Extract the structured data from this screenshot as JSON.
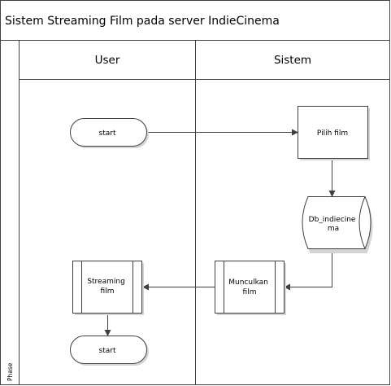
{
  "title": "Sistem Streaming Film pada server IndieCinema",
  "lanes": {
    "user": "User",
    "sistem": "Sistem"
  },
  "phase_label": "Phase",
  "nodes": {
    "start_top": "start",
    "pilih_film": "Pilih film",
    "database": [
      "Db_indiecine",
      "ma"
    ],
    "munculkan_film": [
      "Munculkan",
      "film"
    ],
    "streaming_film": [
      "Streaming",
      "film"
    ],
    "start_bottom": "start"
  },
  "colors": {
    "fill": "#ffffff",
    "stroke": "#404040",
    "shadow": "#d4d4d4",
    "text": "#000000"
  }
}
